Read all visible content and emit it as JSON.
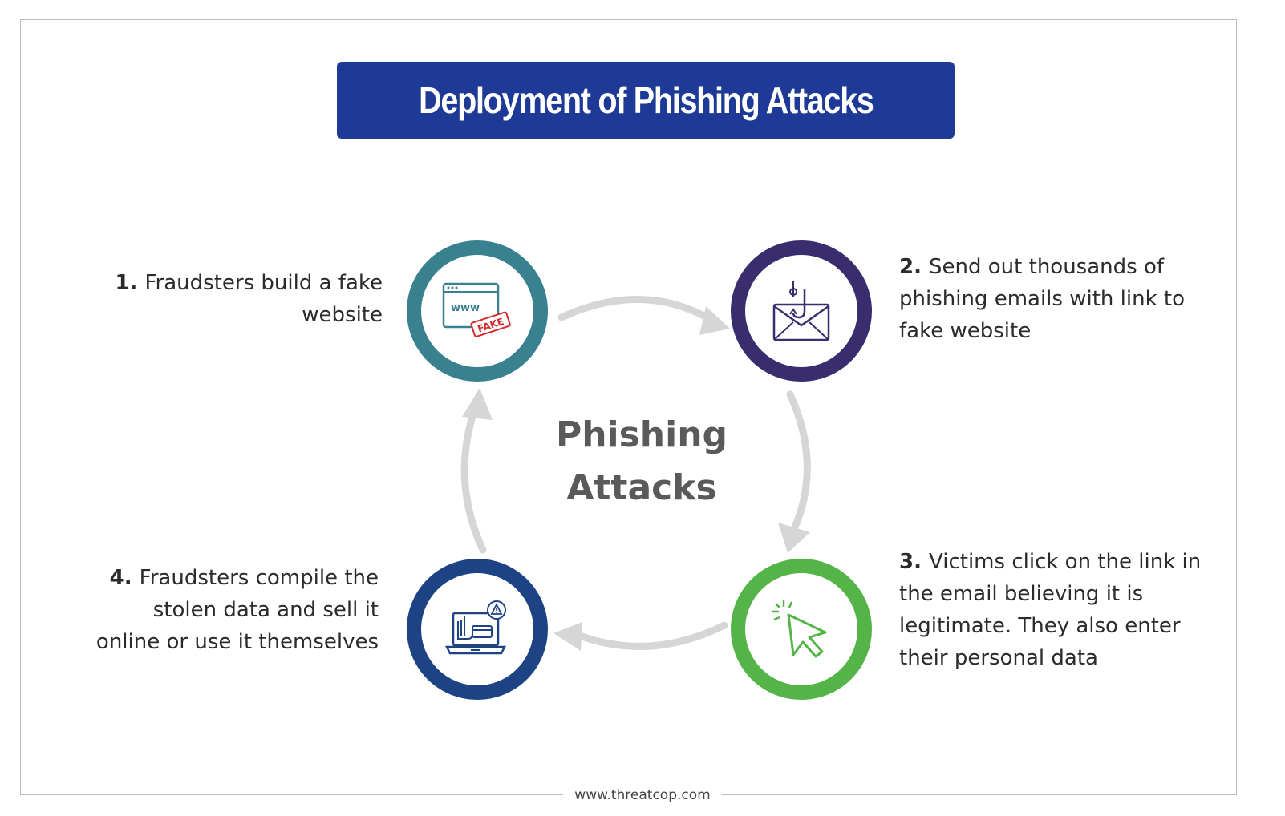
{
  "title": "Deployment of Phishing Attacks",
  "center": {
    "line1": "Phishing",
    "line2": "Attacks"
  },
  "steps": [
    {
      "number": "1.",
      "text": "Fraudsters build a fake website",
      "lines": [
        "Fraudsters build a fake",
        "website"
      ],
      "icon": "fake-website-icon",
      "icon_text_www": "www",
      "icon_text_fake": "FAKE",
      "color": "#3a8190"
    },
    {
      "number": "2.",
      "text": "Send out thousands of phishing emails with link to fake website",
      "lines": [
        "Send out thousands of",
        "phishing emails with link to",
        "fake website"
      ],
      "icon": "phishing-email-icon",
      "color": "#3a2d6e"
    },
    {
      "number": "3.",
      "text": "Victims click on the link in the email believing it is legitimate. They also enter their personal data",
      "lines": [
        "Victims click on the link in",
        "the email believing it is",
        "legitimate. They also enter",
        "their personal data"
      ],
      "icon": "cursor-click-icon",
      "color": "#55b447"
    },
    {
      "number": "4.",
      "text": "Fraudsters compile the stolen data and sell it online or use it themselves",
      "lines": [
        "Fraudsters compile the",
        "stolen data and sell it",
        "online or use it themselves"
      ],
      "icon": "stolen-data-laptop-icon",
      "color": "#1e4384"
    }
  ],
  "footer": "www.threatcop.com",
  "colors": {
    "banner": "#1e3a96",
    "arrow": "#d6d6d6",
    "center_text": "#5a5a5a",
    "fake_stamp": "#d12b2b"
  }
}
